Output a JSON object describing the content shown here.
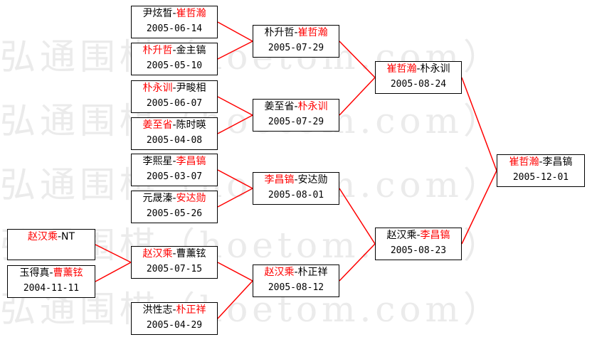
{
  "watermark": "弘通围棋（hoetom.com）",
  "colors": {
    "winner": "#ff0000",
    "text": "#000000",
    "line": "#ff0000",
    "watermark": "#ebebeb"
  },
  "matches": [
    {
      "id": "m01",
      "p1": "尹炫晳",
      "p2": "崔哲瀚",
      "winner": 2,
      "date": "2005-06-14"
    },
    {
      "id": "m02",
      "p1": "朴升哲",
      "p2": "金主镐",
      "winner": 1,
      "date": "2005-05-10"
    },
    {
      "id": "m03",
      "p1": "朴永训",
      "p2": "尹畯相",
      "winner": 1,
      "date": "2005-06-07"
    },
    {
      "id": "m04",
      "p1": "姜至省",
      "p2": "陈时暎",
      "winner": 1,
      "date": "2005-04-08"
    },
    {
      "id": "m05",
      "p1": "李熙星",
      "p2": "李昌镐",
      "winner": 2,
      "date": "2005-03-07"
    },
    {
      "id": "m06",
      "p1": "元晟溱",
      "p2": "安达勋",
      "winner": 2,
      "date": "2005-05-26"
    },
    {
      "id": "m07",
      "p1": "赵汉乘",
      "p2": "NT",
      "winner": 1,
      "date": ""
    },
    {
      "id": "m08",
      "p1": "玉得真",
      "p2": "曹薰铉",
      "winner": 2,
      "date": "2004-11-11"
    },
    {
      "id": "m09",
      "p1": "赵汉乘",
      "p2": "曹薰铉",
      "winner": 1,
      "date": "2005-07-15"
    },
    {
      "id": "m10",
      "p1": "洪性志",
      "p2": "朴正祥",
      "winner": 2,
      "date": "2005-04-29"
    },
    {
      "id": "m11",
      "p1": "朴升哲",
      "p2": "崔哲瀚",
      "winner": 2,
      "date": "2005-07-29"
    },
    {
      "id": "m12",
      "p1": "姜至省",
      "p2": "朴永训",
      "winner": 2,
      "date": "2005-07-29"
    },
    {
      "id": "m13",
      "p1": "李昌镐",
      "p2": "安达勋",
      "winner": 1,
      "date": "2005-08-01"
    },
    {
      "id": "m14",
      "p1": "赵汉乘",
      "p2": "朴正祥",
      "winner": 1,
      "date": "2005-08-12"
    },
    {
      "id": "m15",
      "p1": "崔哲瀚",
      "p2": "朴永训",
      "winner": 1,
      "date": "2005-08-24"
    },
    {
      "id": "m16",
      "p1": "赵汉乘",
      "p2": "李昌镐",
      "winner": 2,
      "date": "2005-08-23"
    },
    {
      "id": "m17",
      "p1": "崔哲瀚",
      "p2": "李昌镐",
      "winner": 1,
      "date": "2005-12-01"
    }
  ],
  "connections": [
    [
      "m07",
      "m09"
    ],
    [
      "m08",
      "m09"
    ],
    [
      "m01",
      "m11"
    ],
    [
      "m02",
      "m11"
    ],
    [
      "m03",
      "m12"
    ],
    [
      "m04",
      "m12"
    ],
    [
      "m05",
      "m13"
    ],
    [
      "m06",
      "m13"
    ],
    [
      "m09",
      "m14"
    ],
    [
      "m10",
      "m14"
    ],
    [
      "m11",
      "m15"
    ],
    [
      "m12",
      "m15"
    ],
    [
      "m13",
      "m16"
    ],
    [
      "m14",
      "m16"
    ],
    [
      "m15",
      "m17"
    ],
    [
      "m16",
      "m17"
    ]
  ]
}
